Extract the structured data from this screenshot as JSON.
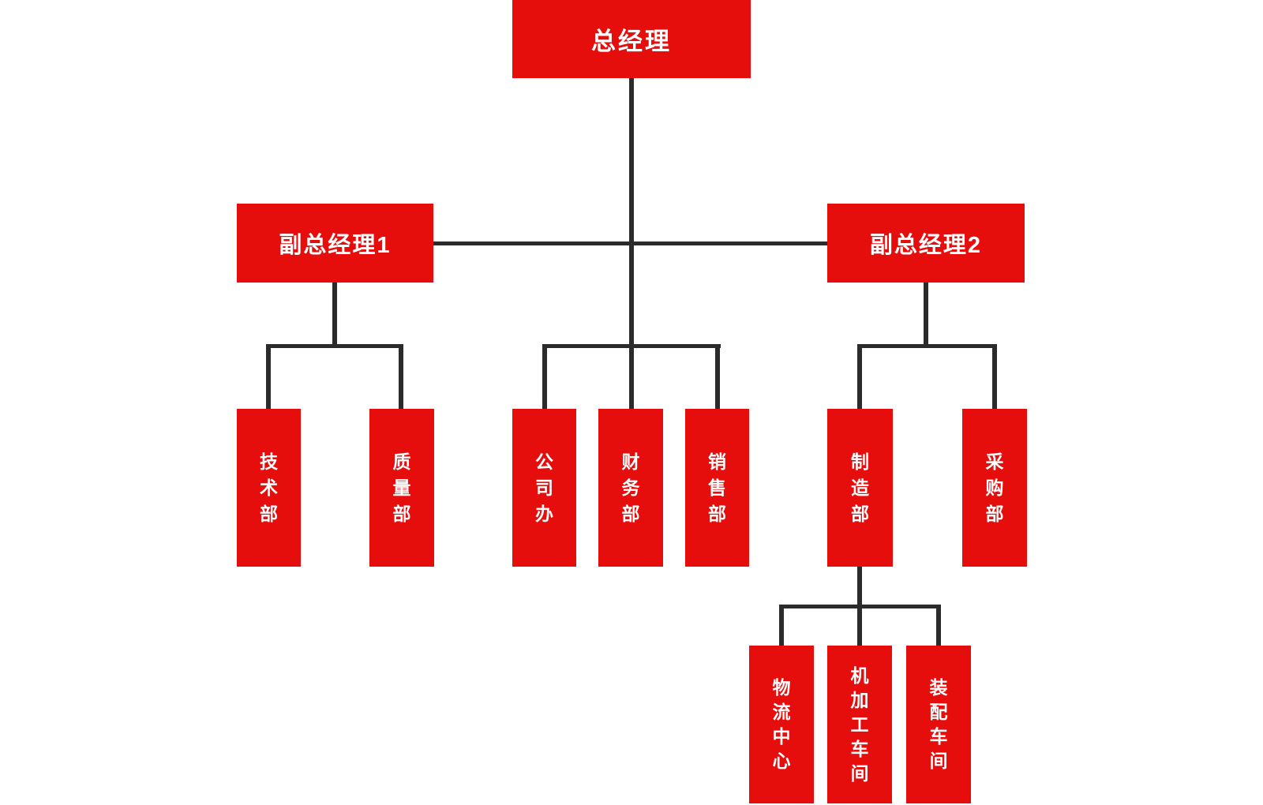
{
  "page": {
    "background": "#ffffff"
  },
  "palette": {
    "node_fill": "#e60d0d",
    "node_text": "#ffffff",
    "connector": "#2b2b2b"
  },
  "org_chart": {
    "type": "org-tree",
    "nodes": {
      "general_manager": {
        "label": "总经理"
      },
      "deputy_gm_1": {
        "label": "副总经理1"
      },
      "deputy_gm_2": {
        "label": "副总经理2"
      },
      "technology_dept": {
        "label": "技术部"
      },
      "quality_dept": {
        "label": "质量部"
      },
      "company_office": {
        "label": "公司办"
      },
      "finance_dept": {
        "label": "财务部"
      },
      "sales_dept": {
        "label": "销售部"
      },
      "manufacturing_dept": {
        "label": "制造部"
      },
      "purchasing_dept": {
        "label": "采购部"
      },
      "logistics_center": {
        "label": "物流中心"
      },
      "machining_workshop": {
        "label": "机加工车间"
      },
      "assembly_workshop": {
        "label": "装配车间"
      }
    },
    "hierarchy": [
      {
        "parent": "总经理",
        "children": [
          "副总经理1",
          "副总经理2",
          "公司办",
          "财务部",
          "销售部"
        ]
      },
      {
        "parent": "副总经理1",
        "children": [
          "技术部",
          "质量部"
        ]
      },
      {
        "parent": "副总经理2",
        "children": [
          "制造部",
          "采购部"
        ]
      },
      {
        "parent": "制造部",
        "children": [
          "物流中心",
          "机加工车间",
          "装配车间"
        ]
      }
    ]
  }
}
